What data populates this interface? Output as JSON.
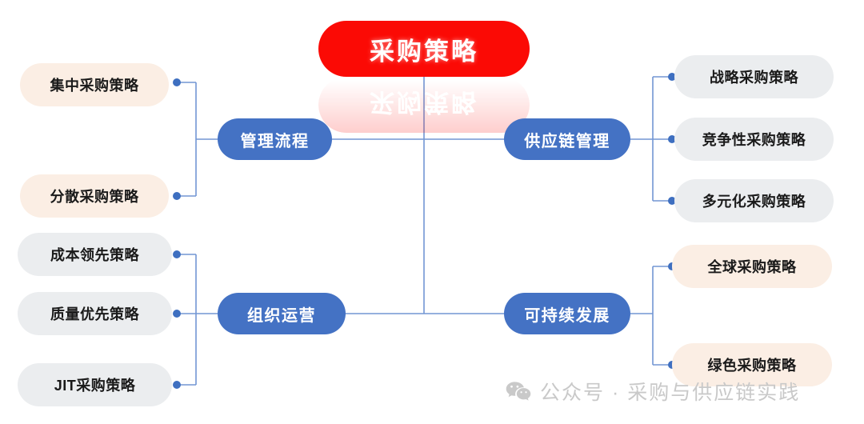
{
  "diagram": {
    "type": "mind-map",
    "root": {
      "label": "采购策略"
    },
    "branches": [
      {
        "label": "管理流程",
        "side": "left",
        "leaf_style": "cream",
        "leaves": [
          {
            "label": "集中采购策略"
          },
          {
            "label": "分散采购策略"
          }
        ]
      },
      {
        "label": "供应链管理",
        "side": "right",
        "leaf_style": "gray",
        "leaves": [
          {
            "label": "战略采购策略"
          },
          {
            "label": "竞争性采购策略"
          },
          {
            "label": "多元化采购策略"
          }
        ]
      },
      {
        "label": "组织运营",
        "side": "left",
        "leaf_style": "gray",
        "leaves": [
          {
            "label": "成本领先策略"
          },
          {
            "label": "质量优先策略"
          },
          {
            "label": "JIT采购策略"
          }
        ]
      },
      {
        "label": "可持续发展",
        "side": "right",
        "leaf_style": "cream",
        "leaves": [
          {
            "label": "全球采购策略"
          },
          {
            "label": "绿色采购策略"
          }
        ]
      }
    ]
  },
  "colors": {
    "root_fill": "#FB0A05",
    "branch_fill": "#4472C4",
    "leaf_cream": "#FBEEE4",
    "leaf_gray": "#EBEDEF",
    "connector": "#7296D4",
    "connector_dot": "#3E6FC0",
    "text_dark": "#1A1A1A",
    "text_light": "#FFFFFF",
    "watermark": "#C9C9C9",
    "background": "#FFFFFF"
  },
  "watermark": {
    "icon": "wechat-icon",
    "text": "公众号 · 采购与供应链实践"
  }
}
